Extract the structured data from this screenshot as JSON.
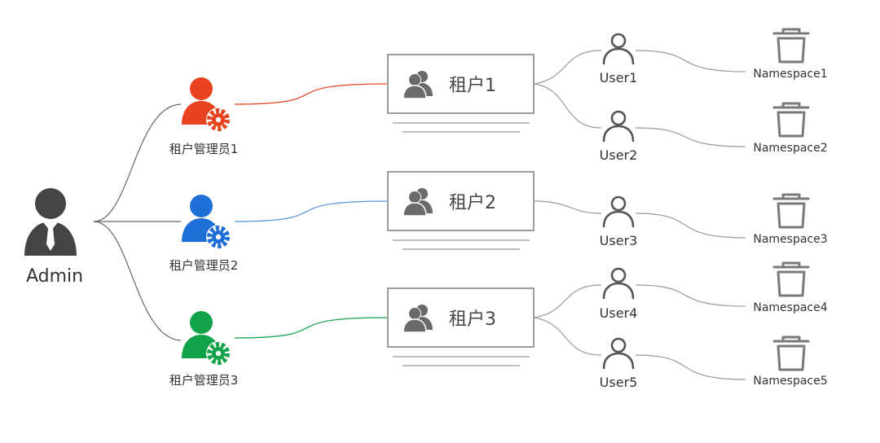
{
  "admin": {
    "label": "Admin",
    "icon": "admin-icon",
    "color": "#444444"
  },
  "managers": [
    {
      "label": "租户管理员1",
      "color": "#e8431e",
      "icon": "tenant-admin-icon"
    },
    {
      "label": "租户管理员2",
      "color": "#1f6fd8",
      "icon": "tenant-admin-icon"
    },
    {
      "label": "租户管理员3",
      "color": "#12a24a",
      "icon": "tenant-admin-icon"
    }
  ],
  "tenants": [
    {
      "label": "租户1",
      "icon": "group-icon"
    },
    {
      "label": "租户2",
      "icon": "group-icon"
    },
    {
      "label": "租户3",
      "icon": "group-icon"
    }
  ],
  "users": [
    {
      "label": "User1",
      "icon": "user-icon"
    },
    {
      "label": "User2",
      "icon": "user-icon"
    },
    {
      "label": "User3",
      "icon": "user-icon"
    },
    {
      "label": "User4",
      "icon": "user-icon"
    },
    {
      "label": "User5",
      "icon": "user-icon"
    }
  ],
  "namespaces": [
    {
      "label": "Namespace1",
      "icon": "trash-icon"
    },
    {
      "label": "Namespace2",
      "icon": "trash-icon"
    },
    {
      "label": "Namespace3",
      "icon": "trash-icon"
    },
    {
      "label": "Namespace4",
      "icon": "trash-icon"
    },
    {
      "label": "Namespace5",
      "icon": "trash-icon"
    }
  ]
}
